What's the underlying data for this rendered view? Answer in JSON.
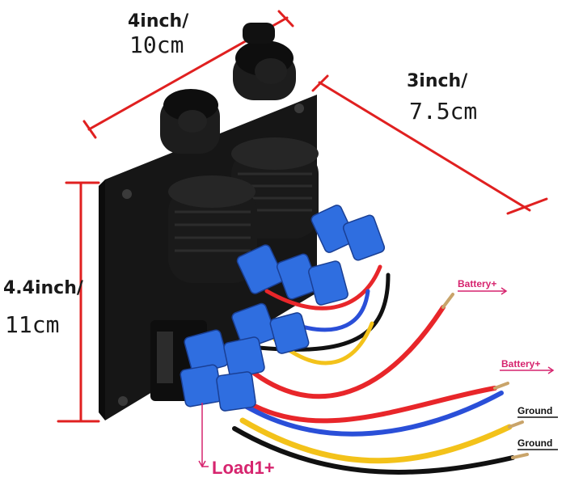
{
  "dimensions": {
    "width_inch": "4inch/",
    "width_cm": "10cm",
    "depth_inch": "3inch/",
    "depth_cm": "7.5cm",
    "height_inch": "4.4inch/",
    "height_cm": "11cm"
  },
  "wire_labels": {
    "battery_1": "Battery+",
    "battery_2": "Battery+",
    "ground_1": "Ground",
    "ground_2": "Ground",
    "load": "Load1+"
  },
  "colors": {
    "dimension_line": "#e02020",
    "label_pink": "#d6246e",
    "panel": "#151515",
    "connector_blue": "#2f6ee0",
    "wire_red": "#e8262a",
    "wire_yellow": "#f3c21a",
    "wire_blue": "#2a4fd8",
    "wire_black": "#111111"
  },
  "icons": [
    "usb-socket-icon",
    "cigarette-socket-icon",
    "rocker-switch-icon"
  ]
}
